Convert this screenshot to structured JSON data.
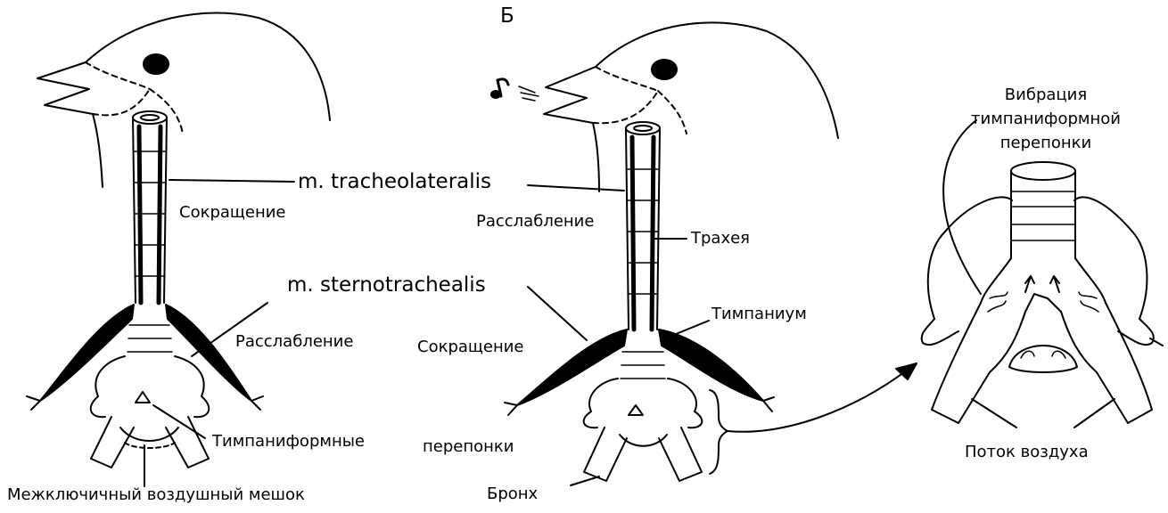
{
  "figure": {
    "panel_letter": "Б",
    "ink_color": "#000000",
    "background": "#ffffff"
  },
  "left_panel": {
    "tracheolateralis_muscle": "m. tracheolateralis",
    "contraction_upper": "Сокращение",
    "sternotrachealis_muscle": "m. sternotrachealis",
    "relaxation_lower": "Расслабление",
    "tympaniform_label_part1": "Тимпаниформные",
    "interclavicular_air_sac": "Межключичный воздушный мешок"
  },
  "middle_panel": {
    "relaxation_upper": "Расслабление",
    "trachea": "Трахея",
    "tympanum": "Тимпаниум",
    "contraction_lower": "Сокращение",
    "tympaniform_label_part2": "перепонки",
    "bronchus": "Бронх"
  },
  "right_panel": {
    "vibration_line1": "Вибрация",
    "vibration_line2": "тимпаниформной",
    "vibration_line3": "перепонки",
    "airflow": "Поток воздуха"
  },
  "icons": {
    "song_note": "music-note-icon"
  }
}
